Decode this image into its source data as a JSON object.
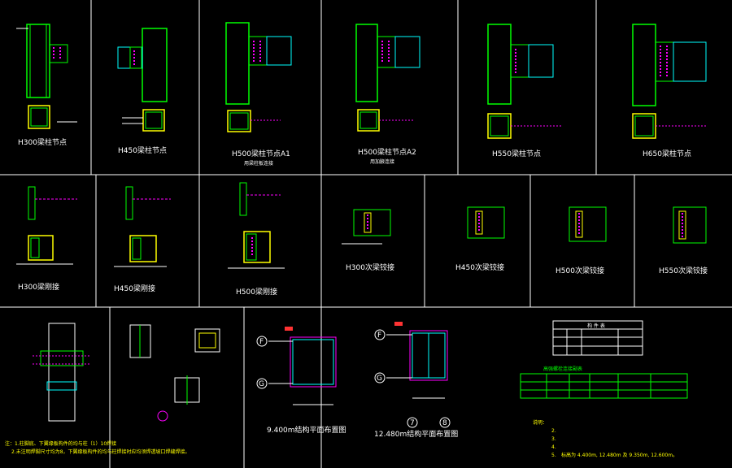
{
  "captions": {
    "h300_joint": "H300梁柱节点",
    "h450_joint": "H450梁柱节点",
    "h500_joint_a1": "H500梁柱节点A1",
    "h500_joint_a1_sub": "用梁柱板连接",
    "h500_joint_a2": "H500梁柱节点A2",
    "h500_joint_a2_sub": "用加腋连接",
    "h550_joint": "H550梁柱节点",
    "h650_joint": "H650梁柱节点",
    "h300_splice": "H300梁刚接",
    "h450_splice": "H450梁刚接",
    "h500_splice": "H500梁刚接",
    "h300_hinge": "H300次梁铰接",
    "h450_hinge": "H450次梁铰接",
    "h500_hinge": "H500次梁铰接",
    "h550_hinge": "H550次梁铰接",
    "plan_940": "9.400m结构平面布置图",
    "plan_1240": "12.480m结构平面布置图"
  },
  "grid_labels": {
    "f": "F",
    "g": "G",
    "seven": "7",
    "eight": "8"
  },
  "tables": {
    "upper_title": "构 件 表",
    "lower_title": "高强螺栓连接副表"
  },
  "notes": {
    "bottom_left_1": "注：1.柱脚底、下翼缘板构件的均与柱（1）10焊接",
    "bottom_left_2": "2.未注明焊脚尺寸均为8，下翼缘板构件的均与柱焊接时应均须焊透坡口焊缝焊接。",
    "bottom_right_head": "说明：",
    "bottom_right_2": "2.",
    "bottom_right_3": "3.",
    "bottom_right_4": "4.",
    "bottom_right_5": "5.",
    "bottom_right_5_tail": "标高为 4.400m, 12.480m 及 9.350m, 12.600m。"
  },
  "colors": {
    "background": "#000000",
    "column": "#00ff00",
    "beam": "#00ffff",
    "bolt": "#ff00ff",
    "plate": "#ffff00",
    "text": "#ffffff",
    "axis": "#ff3333"
  }
}
